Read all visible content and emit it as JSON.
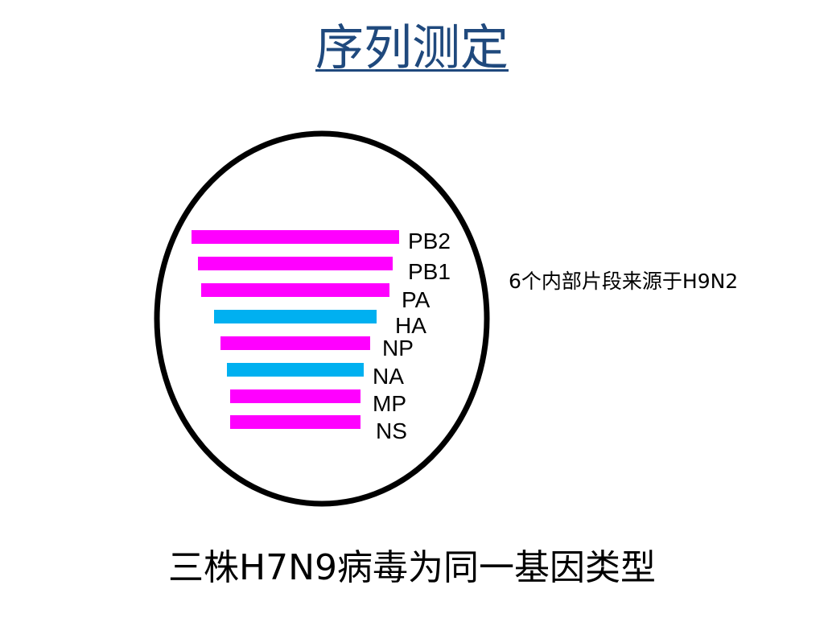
{
  "title": "序列测定",
  "colors": {
    "title": "#1f497d",
    "internal_segment": "#ff00ff",
    "surface_segment": "#00b0f0",
    "outline": "#000000"
  },
  "segments": [
    {
      "label": "PB2",
      "color": "#ff00ff"
    },
    {
      "label": "PB1",
      "color": "#ff00ff"
    },
    {
      "label": "PA",
      "color": "#ff00ff"
    },
    {
      "label": "HA",
      "color": "#00b0f0"
    },
    {
      "label": "NP",
      "color": "#ff00ff"
    },
    {
      "label": "NA",
      "color": "#00b0f0"
    },
    {
      "label": "MP",
      "color": "#ff00ff"
    },
    {
      "label": "NS",
      "color": "#ff00ff"
    }
  ],
  "side_note": "6个内部片段来源于H9N2",
  "conclusion": "三株H7N9病毒为同一基因类型"
}
